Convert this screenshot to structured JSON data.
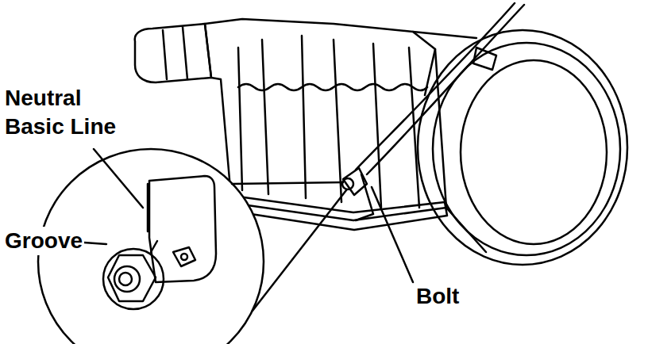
{
  "diagram": {
    "labels": [
      "Neutral Basic Line",
      "Groove",
      "Bolt"
    ]
  }
}
